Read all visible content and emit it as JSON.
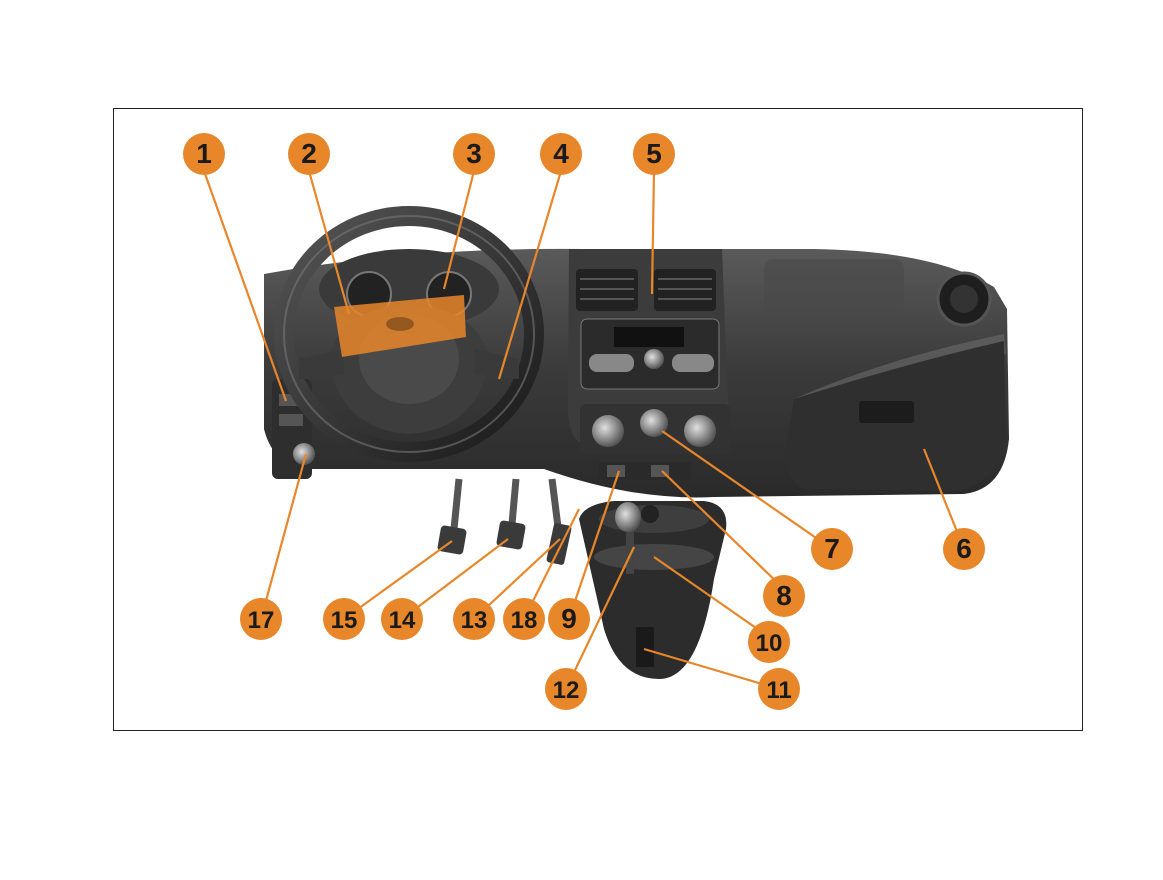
{
  "figure": {
    "accent_color": "#E8862A",
    "leader_color": "#E8862A",
    "callouts": [
      {
        "id": "1",
        "label": "1"
      },
      {
        "id": "2",
        "label": "2"
      },
      {
        "id": "3",
        "label": "3"
      },
      {
        "id": "4",
        "label": "4"
      },
      {
        "id": "5",
        "label": "5"
      },
      {
        "id": "6",
        "label": "6"
      },
      {
        "id": "7",
        "label": "7"
      },
      {
        "id": "8",
        "label": "8"
      },
      {
        "id": "9",
        "label": "9"
      },
      {
        "id": "10",
        "label": "10"
      },
      {
        "id": "11",
        "label": "11"
      },
      {
        "id": "12",
        "label": "12"
      },
      {
        "id": "13",
        "label": "13"
      },
      {
        "id": "14",
        "label": "14"
      },
      {
        "id": "15",
        "label": "15"
      },
      {
        "id": "17",
        "label": "17"
      },
      {
        "id": "18",
        "label": "18"
      }
    ]
  }
}
